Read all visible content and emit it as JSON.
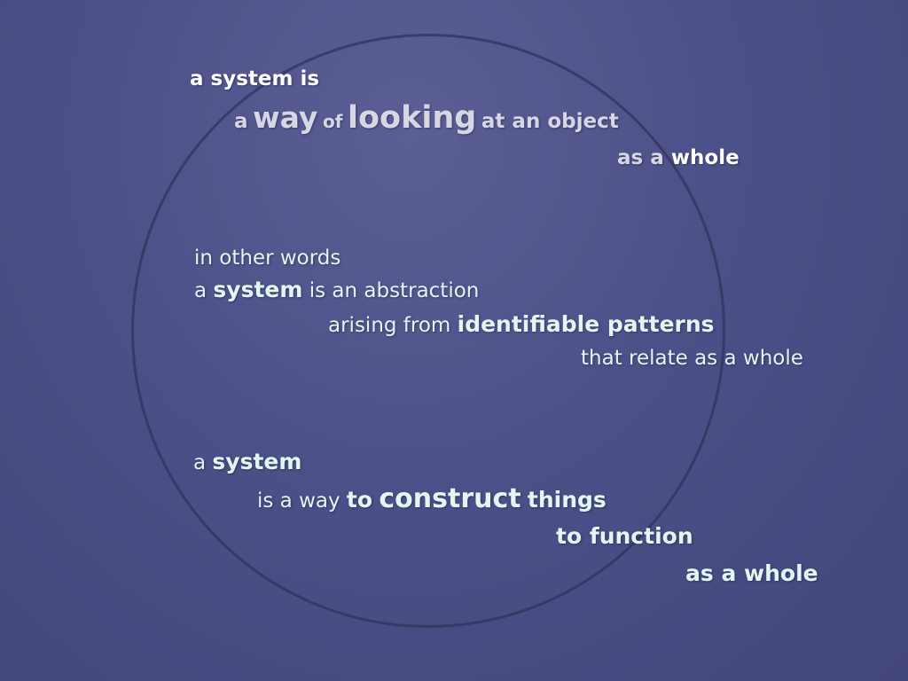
{
  "block1": {
    "line1": "a system is",
    "line2": {
      "a": "a",
      "way": "way",
      "of": "of",
      "looking": "looking",
      "rest": "at an object"
    },
    "line3": {
      "as_a": "as a",
      "whole": "whole"
    }
  },
  "block2": {
    "line1": "in other words",
    "line2": {
      "a": "a",
      "system": "system",
      "rest": "is an abstraction"
    },
    "line3": {
      "prefix": "arising from",
      "bold": "identifiable patterns"
    },
    "line4": "that relate as a whole"
  },
  "block3": {
    "line1": {
      "a": "a",
      "system": "system"
    },
    "line2": {
      "prefix": "is a way",
      "to": "to",
      "construct": "construct",
      "things": "things"
    },
    "line3": "to function",
    "line4": "as a whole"
  }
}
